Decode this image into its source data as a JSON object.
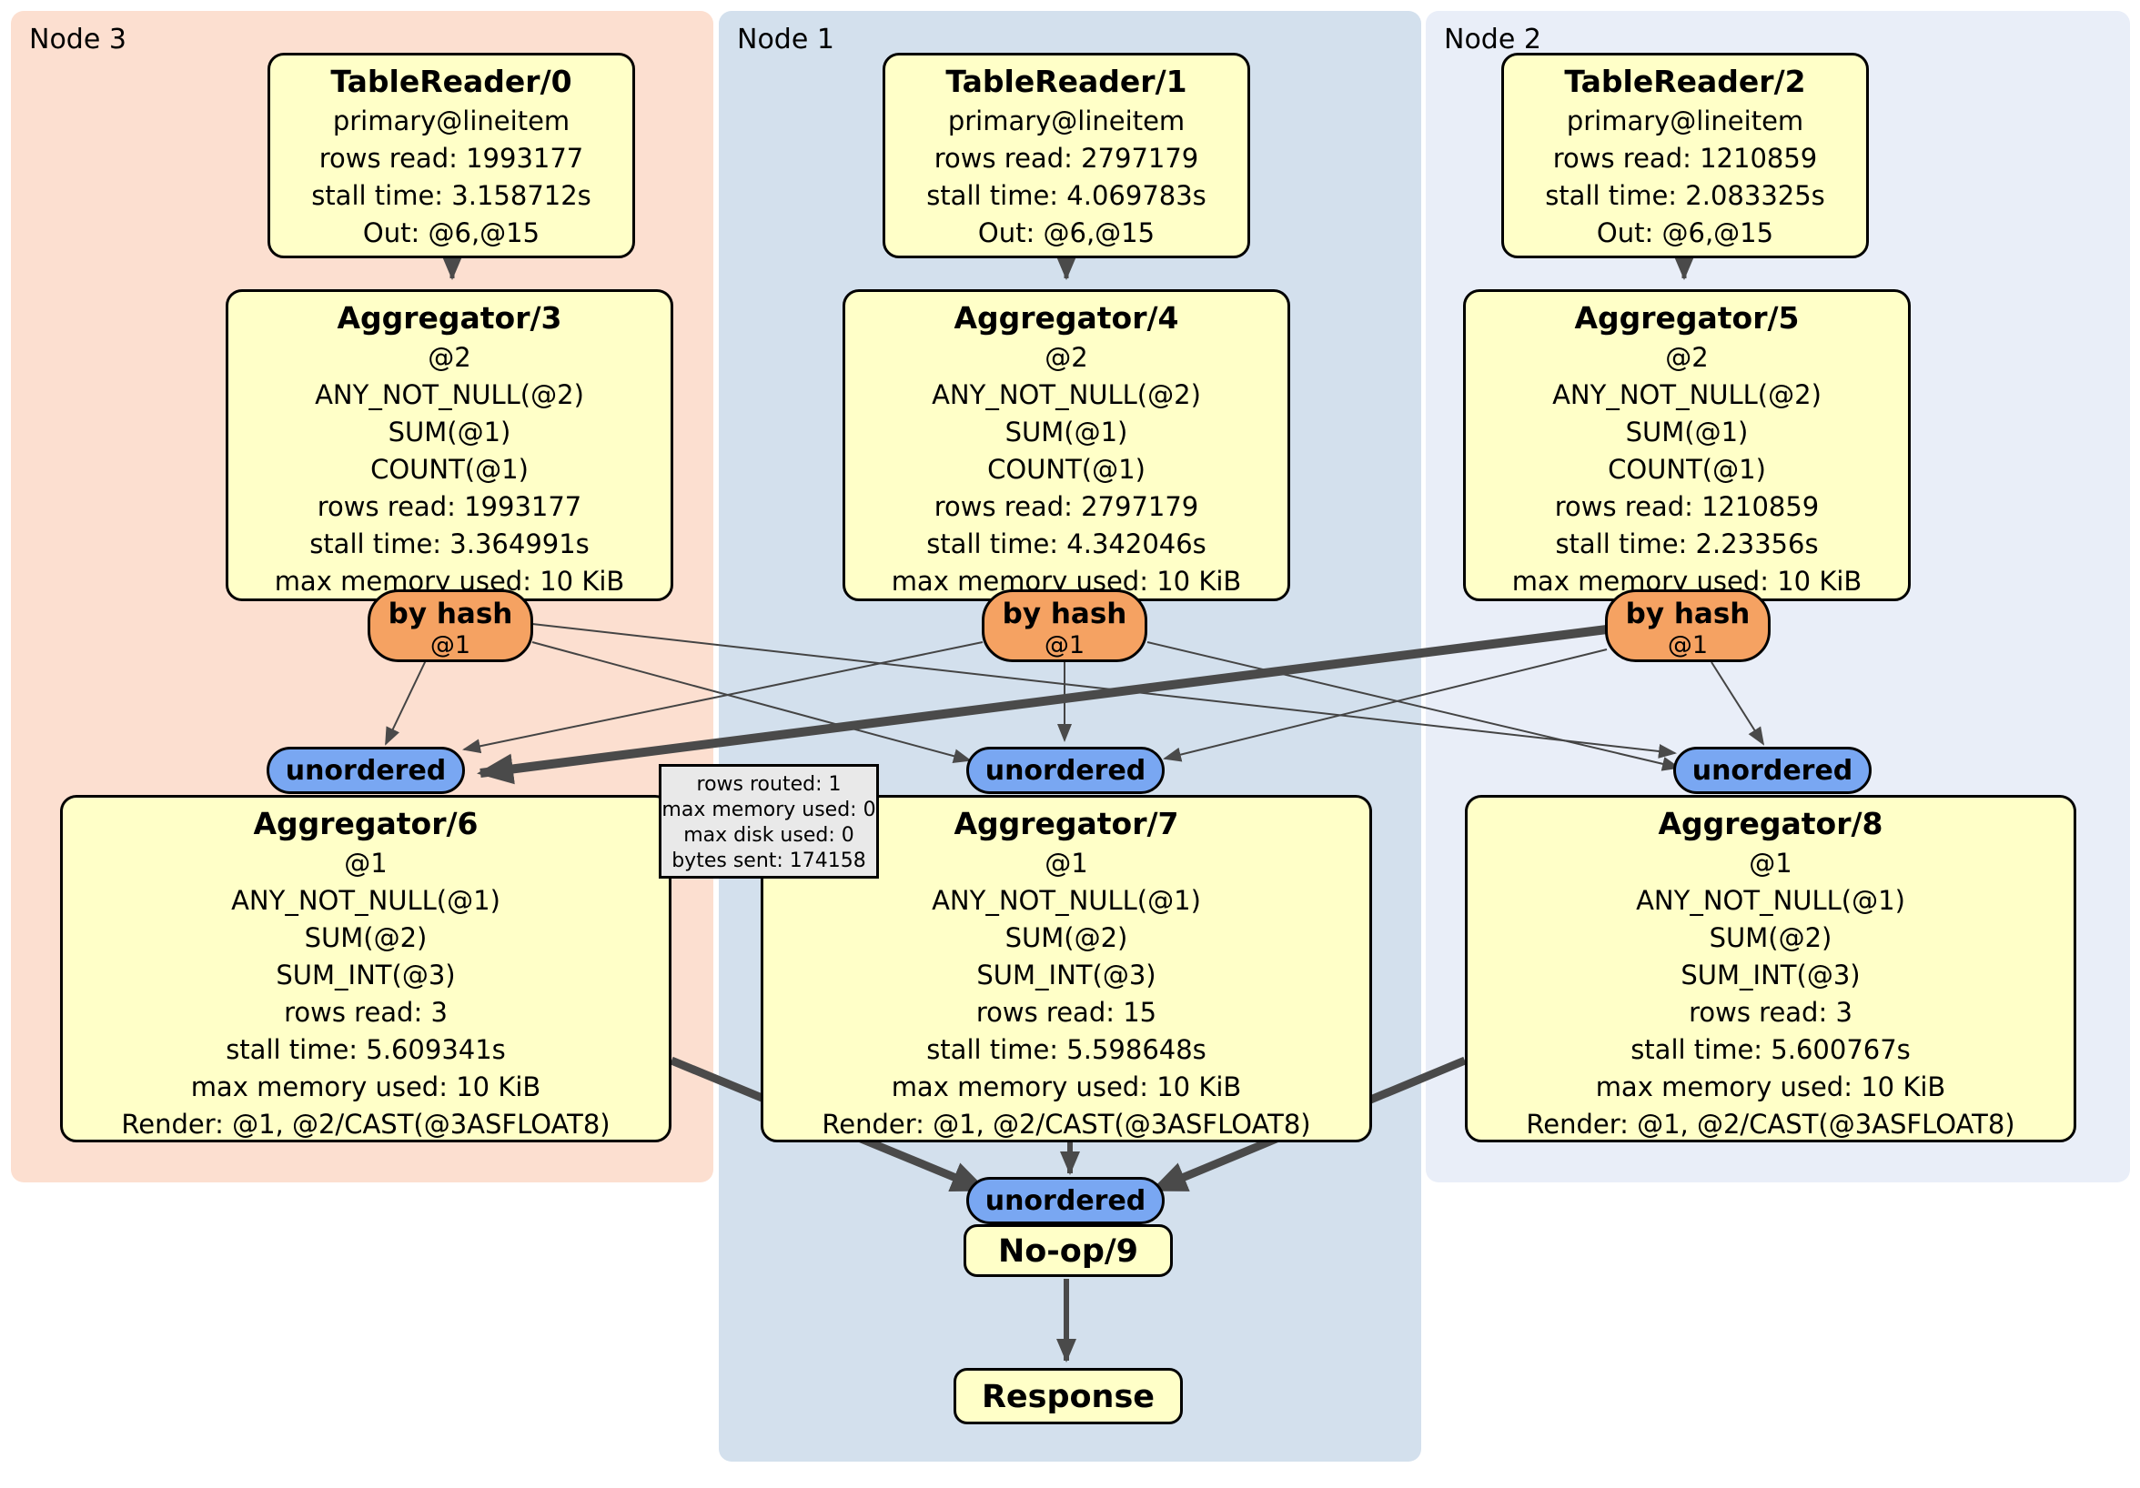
{
  "regions": {
    "node3": {
      "label": "Node 3"
    },
    "node1": {
      "label": "Node 1"
    },
    "node2": {
      "label": "Node 2"
    }
  },
  "processors": {
    "tr0": {
      "title": "TableReader/0",
      "lines": [
        "primary@lineitem",
        "rows read: 1993177",
        "stall time: 3.158712s",
        "Out: @6,@15"
      ]
    },
    "tr1": {
      "title": "TableReader/1",
      "lines": [
        "primary@lineitem",
        "rows read: 2797179",
        "stall time: 4.069783s",
        "Out: @6,@15"
      ]
    },
    "tr2": {
      "title": "TableReader/2",
      "lines": [
        "primary@lineitem",
        "rows read: 1210859",
        "stall time: 2.083325s",
        "Out: @6,@15"
      ]
    },
    "agg3": {
      "title": "Aggregator/3",
      "lines": [
        "@2",
        "ANY_NOT_NULL(@2)",
        "SUM(@1)",
        "COUNT(@1)",
        "rows read: 1993177",
        "stall time: 3.364991s",
        "max memory used: 10 KiB"
      ]
    },
    "agg4": {
      "title": "Aggregator/4",
      "lines": [
        "@2",
        "ANY_NOT_NULL(@2)",
        "SUM(@1)",
        "COUNT(@1)",
        "rows read: 2797179",
        "stall time: 4.342046s",
        "max memory used: 10 KiB"
      ]
    },
    "agg5": {
      "title": "Aggregator/5",
      "lines": [
        "@2",
        "ANY_NOT_NULL(@2)",
        "SUM(@1)",
        "COUNT(@1)",
        "rows read: 1210859",
        "stall time: 2.23356s",
        "max memory used: 10 KiB"
      ]
    },
    "agg6": {
      "title": "Aggregator/6",
      "lines": [
        "@1",
        "ANY_NOT_NULL(@1)",
        "SUM(@2)",
        "SUM_INT(@3)",
        "rows read: 3",
        "stall time: 5.609341s",
        "max memory used: 10 KiB",
        "Render: @1, @2/CAST(@3ASFLOAT8)"
      ]
    },
    "agg7": {
      "title": "Aggregator/7",
      "lines": [
        "@1",
        "ANY_NOT_NULL(@1)",
        "SUM(@2)",
        "SUM_INT(@3)",
        "rows read: 15",
        "stall time: 5.598648s",
        "max memory used: 10 KiB",
        "Render: @1, @2/CAST(@3ASFLOAT8)"
      ]
    },
    "agg8": {
      "title": "Aggregator/8",
      "lines": [
        "@1",
        "ANY_NOT_NULL(@1)",
        "SUM(@2)",
        "SUM_INT(@3)",
        "rows read: 3",
        "stall time: 5.600767s",
        "max memory used: 10 KiB",
        "Render: @1, @2/CAST(@3ASFLOAT8)"
      ]
    },
    "noop": {
      "title": "No-op/9"
    },
    "response": {
      "title": "Response"
    }
  },
  "routers": {
    "r3": {
      "label": "by hash",
      "sub": "@1"
    },
    "r1": {
      "label": "by hash",
      "sub": "@1"
    },
    "r2": {
      "label": "by hash",
      "sub": "@1"
    }
  },
  "syncs": {
    "u3": {
      "label": "unordered"
    },
    "u1": {
      "label": "unordered"
    },
    "u2": {
      "label": "unordered"
    },
    "ub": {
      "label": "unordered"
    }
  },
  "tooltip": {
    "lines": [
      "rows routed: 1",
      "max memory used: 0",
      "max disk used: 0",
      "bytes sent: 174158"
    ]
  },
  "palette": {
    "node3_bg": "#fcdfd0",
    "node1_bg": "#d3e0ed",
    "node2_bg": "#e9eef8",
    "processor_fill": "#ffffc8",
    "router_fill": "#f5a262",
    "sync_fill": "#79a7f2",
    "tooltip_fill": "#e9e9e9",
    "edge": "#4a4a4a"
  }
}
